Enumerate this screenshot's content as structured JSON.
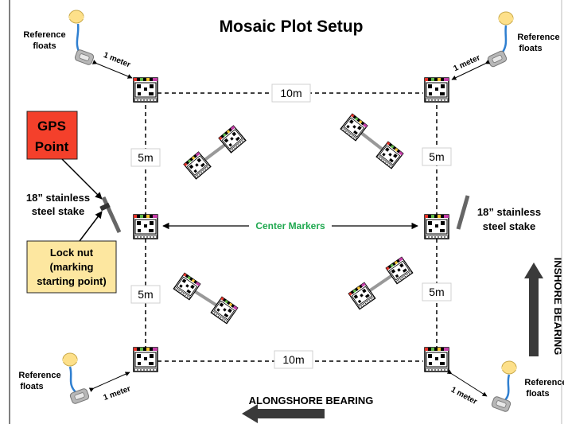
{
  "title": "Mosaic Plot Setup",
  "reference_floats_label": [
    "Reference",
    "floats"
  ],
  "one_meter_label": "1 meter",
  "ten_m_label": "10m",
  "five_m_label": "5m",
  "gps_point_label": [
    "GPS",
    "Point"
  ],
  "stake_label": [
    "18” stainless",
    "steel stake"
  ],
  "lock_nut_label": [
    "Lock nut",
    "(marking",
    "starting point)"
  ],
  "center_markers_label": "Center Markers",
  "alongshore_bearing_label": "ALONGSHORE BEARING",
  "inshore_bearing_label": "INSHORE BEARING",
  "colors": {
    "gps_box_fill": "#f4402b",
    "lock_nut_box_fill": "#fde7a0",
    "center_markers_text": "#1fa84f",
    "float_yellow": "#fde08a",
    "float_line_blue": "#2f7fd0",
    "float_weight_gray": "#b7b7b7",
    "bearing_arrow": "#3a3a3a"
  }
}
